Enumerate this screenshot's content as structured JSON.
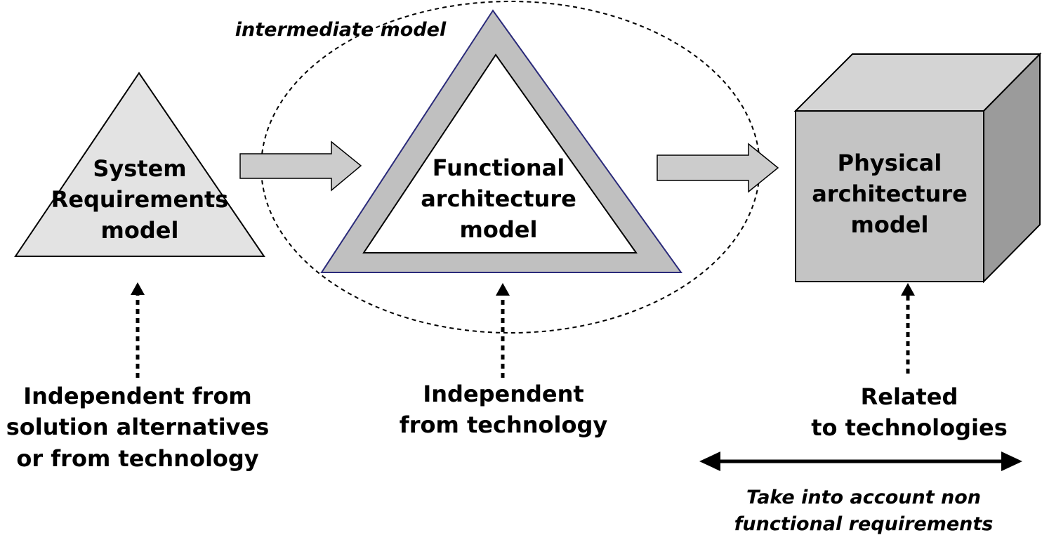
{
  "diagram": {
    "intermediate_label": "intermediate model",
    "system_requirements_label": "System\nRequirements\nmodel",
    "functional_architecture_label": "Functional\narchitecture\nmodel",
    "physical_architecture_label": "Physical\narchitecture\nmodel",
    "system_requirements_caption": "Independent from\nsolution alternatives\nor from technology",
    "functional_caption": "Independent\nfrom technology",
    "physical_caption": "Related\nto technologies",
    "non_functional_note": "Take into account non\nfunctional requirements"
  },
  "colors": {
    "light_fill": "#e3e3e3",
    "frame_fill": "#c0c0c0",
    "cube_front": "#c4c4c4",
    "cube_top": "#d4d4d4",
    "cube_side": "#9b9b9b",
    "arrow_fill": "#cccccc",
    "frame_outline": "#2a2a7a"
  }
}
